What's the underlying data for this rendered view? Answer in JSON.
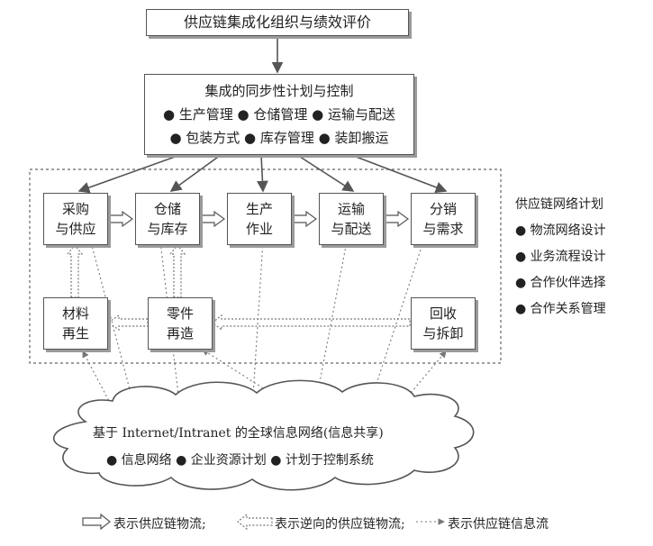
{
  "top_title": "供应链集成化组织与绩效评价",
  "planning_box": {
    "title": "集成的同步性计划与控制",
    "row1": "● 生产管理 ● 仓储管理 ● 运输与配送",
    "row2": "● 包装方式 ● 库存管理 ● 装卸搬运"
  },
  "flow_boxes": [
    "采购\n与供应",
    "仓储\n与库存",
    "生产\n作业",
    "运输\n与配送",
    "分销\n与需求"
  ],
  "reverse_boxes": [
    "材料\n再生",
    "零件\n再造",
    "回收\n与拆卸"
  ],
  "network_plan": {
    "title": "供应链网络计划",
    "items": [
      "● 物流网络设计",
      "● 业务流程设计",
      "● 合作伙伴选择",
      "● 合作关系管理"
    ]
  },
  "cloud": {
    "title": "基于 Internet/Intranet 的全球信息网络(信息共享)",
    "items": "● 信息网络 ● 企业资源计划 ● 计划于控制系统"
  },
  "legend": {
    "forward": "表示供应链物流;",
    "reverse": "表示逆向的供应链物流;",
    "info": "表示供应链信息流"
  }
}
